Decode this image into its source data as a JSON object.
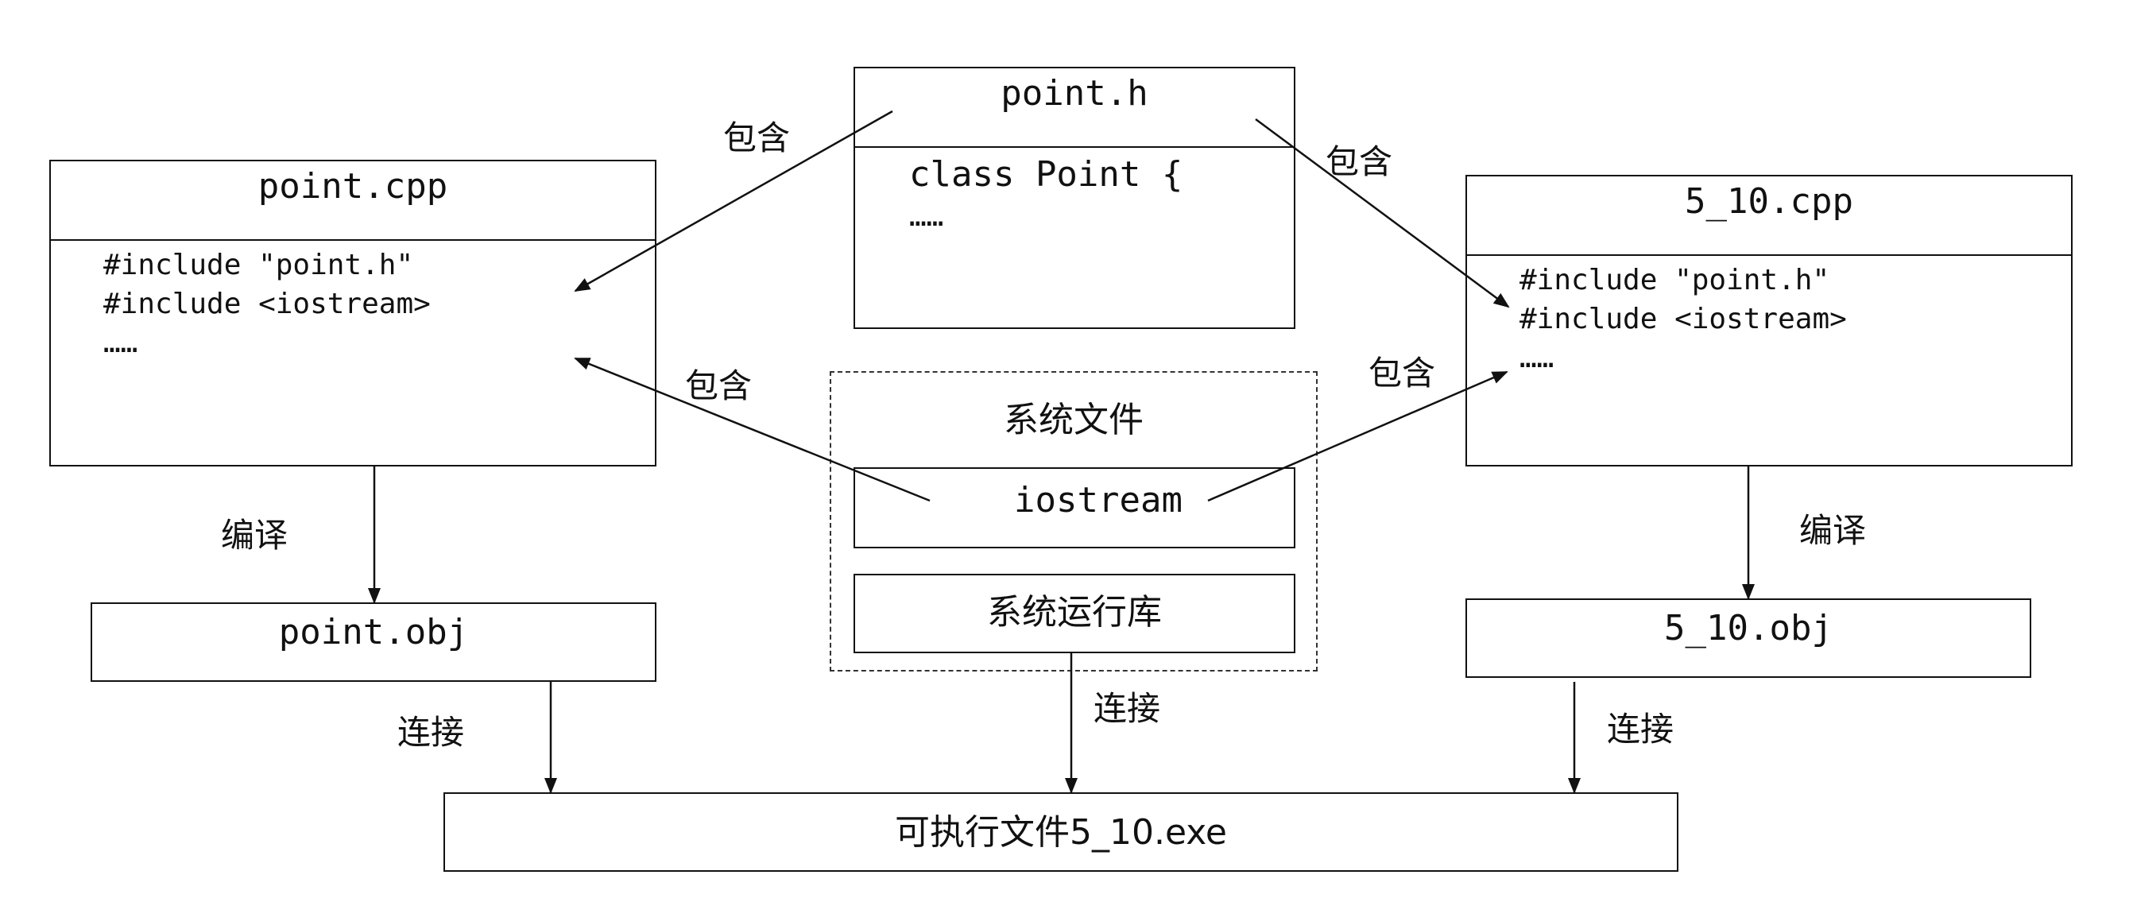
{
  "point_h": {
    "title": "point.h",
    "lines": [
      "class Point {",
      "……"
    ]
  },
  "point_cpp": {
    "title": "point.cpp",
    "lines": [
      "#include \"point.h\"",
      "#include <iostream>",
      "……"
    ]
  },
  "main_cpp": {
    "title": "5_10.cpp",
    "lines": [
      "#include \"point.h\"",
      "#include <iostream>",
      "……"
    ]
  },
  "system": {
    "title": "系统文件",
    "iostream": "iostream",
    "runtime": "系统运行库"
  },
  "point_obj": "point.obj",
  "main_obj": "5_10.obj",
  "exe": "可执行文件5_10.exe",
  "labels": {
    "include_1": "包含",
    "include_2": "包含",
    "include_3": "包含",
    "include_4": "包含",
    "compile_1": "编译",
    "compile_2": "编译",
    "link_1": "连接",
    "link_2": "连接",
    "link_3": "连接"
  }
}
